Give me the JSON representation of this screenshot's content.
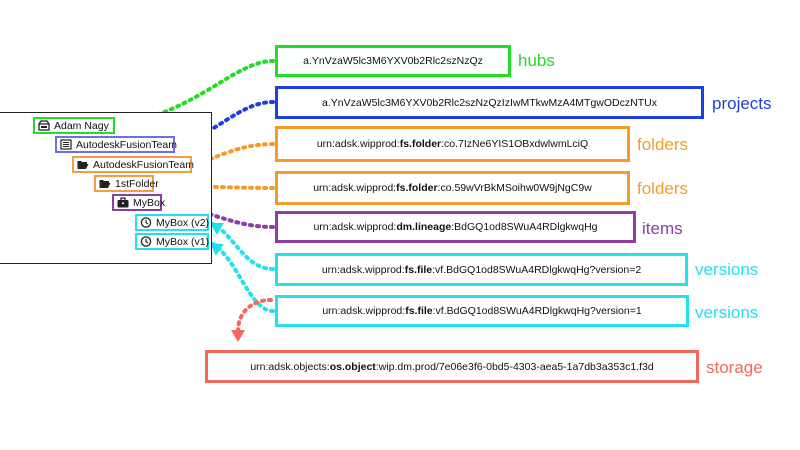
{
  "tree": {
    "nodes": [
      {
        "label": "Adam Nagy",
        "kind": "hub",
        "color": "#22dd22",
        "icon": "hub-icon"
      },
      {
        "label": "AutodeskFusionTeam",
        "kind": "project",
        "color": "#6e6ee8",
        "icon": "project-list-icon"
      },
      {
        "label": "AutodeskFusionTeam",
        "kind": "folder",
        "color": "#f0a040",
        "icon": "folder-open-icon"
      },
      {
        "label": "1stFolder",
        "kind": "folder",
        "color": "#f0a040",
        "icon": "folder-open-icon"
      },
      {
        "label": "MyBox",
        "kind": "item",
        "color": "#8e3ea0",
        "icon": "briefcase-icon"
      },
      {
        "label": "MyBox (v2)",
        "kind": "version",
        "color": "#22e0ee",
        "icon": "clock-icon"
      },
      {
        "label": "MyBox (v1)",
        "kind": "version",
        "color": "#22e0ee",
        "icon": "clock-icon"
      }
    ]
  },
  "ids": [
    {
      "prefix": "a.YnVzaW5lc3M6YXV0b2Rlc2szNzQz",
      "bold": "",
      "suffix": "",
      "tag": "hubs",
      "color": "#22dd22"
    },
    {
      "prefix": "a.YnVzaW5lc3M6YXV0b2Rlc2szNzQzIzIwMTkwMzA4MTgwODczNTUx",
      "bold": "",
      "suffix": "",
      "tag": "projects",
      "color": "#1f3fe0"
    },
    {
      "prefix": "urn:adsk.wipprod:",
      "bold": "fs.folder",
      "suffix": ":co.7IzNe6YIS1OBxdwlwmLciQ",
      "tag": "folders",
      "color": "#f39c2b"
    },
    {
      "prefix": "urn:adsk.wipprod:",
      "bold": "fs.folder",
      "suffix": ":co.59wVrBkMSoihw0W9jNgC9w",
      "tag": "folders",
      "color": "#f39c2b"
    },
    {
      "prefix": "urn:adsk.wipprod:",
      "bold": "dm.lineage",
      "suffix": ":BdGQ1od8SWuA4RDlgkwqHg",
      "tag": "items",
      "color": "#8e3ea0"
    },
    {
      "prefix": "urn:adsk.wipprod:",
      "bold": "fs.file",
      "suffix": ":vf.BdGQ1od8SWuA4RDlgkwqHg?version=2",
      "tag": "versions",
      "color": "#22e0ee"
    },
    {
      "prefix": "urn:adsk.wipprod:",
      "bold": "fs.file",
      "suffix": ":vf.BdGQ1od8SWuA4RDlgkwqHg?version=1",
      "tag": "versions",
      "color": "#22e0ee"
    },
    {
      "prefix": "urn:adsk.objects:",
      "bold": "os.object",
      "suffix": ":wip.dm.prod/7e06e3f6-0bd5-4303-aea5-1a7db3a353c1.f3d",
      "tag": "storage",
      "color": "#f26a5e"
    }
  ]
}
